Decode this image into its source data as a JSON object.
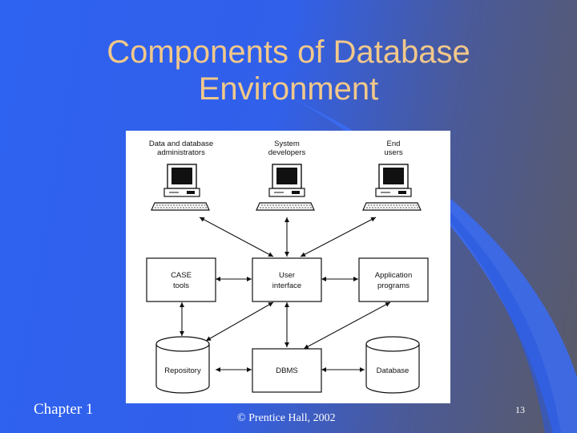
{
  "title_line1": "Components of Database",
  "title_line2": "Environment",
  "footer": {
    "chapter": "Chapter 1",
    "copyright": "© Prentice Hall, 2002",
    "page_number": "13"
  },
  "diagram": {
    "users": [
      {
        "line1": "Data and database",
        "line2": "administrators"
      },
      {
        "line1": "System",
        "line2": "developers"
      },
      {
        "line1": "End",
        "line2": "users"
      }
    ],
    "middle": [
      {
        "line1": "CASE",
        "line2": "tools"
      },
      {
        "line1": "User",
        "line2": "interface"
      },
      {
        "line1": "Application",
        "line2": "programs"
      }
    ],
    "bottom": [
      {
        "label": "Repository"
      },
      {
        "label": "DBMS"
      },
      {
        "label": "Database"
      }
    ]
  },
  "colors": {
    "title": "#f2c88a",
    "background": "#3160ea"
  }
}
